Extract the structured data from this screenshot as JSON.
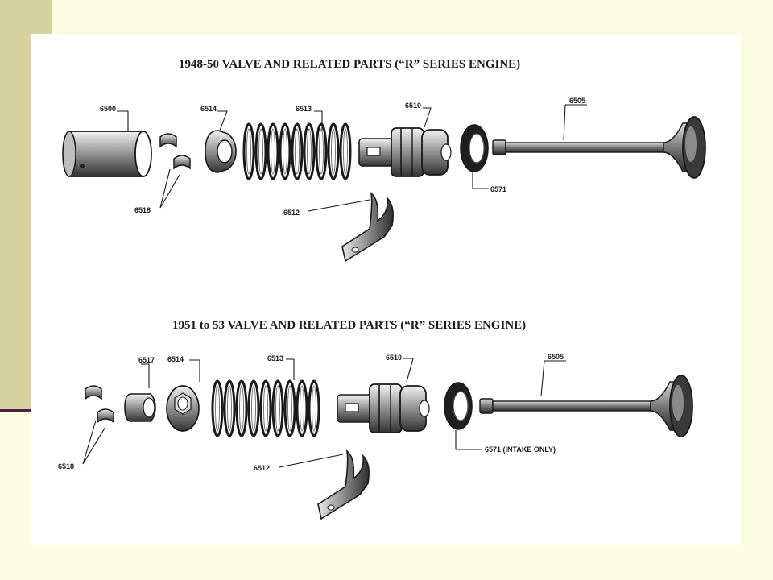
{
  "colors": {
    "background": "#fcfce2",
    "left_band": "#d6d29e",
    "band_rule": "#4a1d4e",
    "figure_bg": "#ffffff",
    "ink": "#1a1a1a"
  },
  "top_diagram": {
    "title": "1948-50 VALVE AND RELATED PARTS (“R” SERIES ENGINE)",
    "labels": {
      "p6500": "6500",
      "p6514": "6514",
      "p6513": "6513",
      "p6510": "6510",
      "p6505": "6505",
      "p6518": "6518",
      "p6571": "6571",
      "p6512": "6512"
    }
  },
  "bottom_diagram": {
    "title": "1951 to 53 VALVE AND RELATED PARTS (“R” SERIES ENGINE)",
    "labels": {
      "p6517": "6517",
      "p6514": "6514",
      "p6513": "6513",
      "p6510": "6510",
      "p6505": "6505",
      "p6518": "6518",
      "p6571": "6571 (INTAKE ONLY)",
      "p6512": "6512"
    }
  }
}
